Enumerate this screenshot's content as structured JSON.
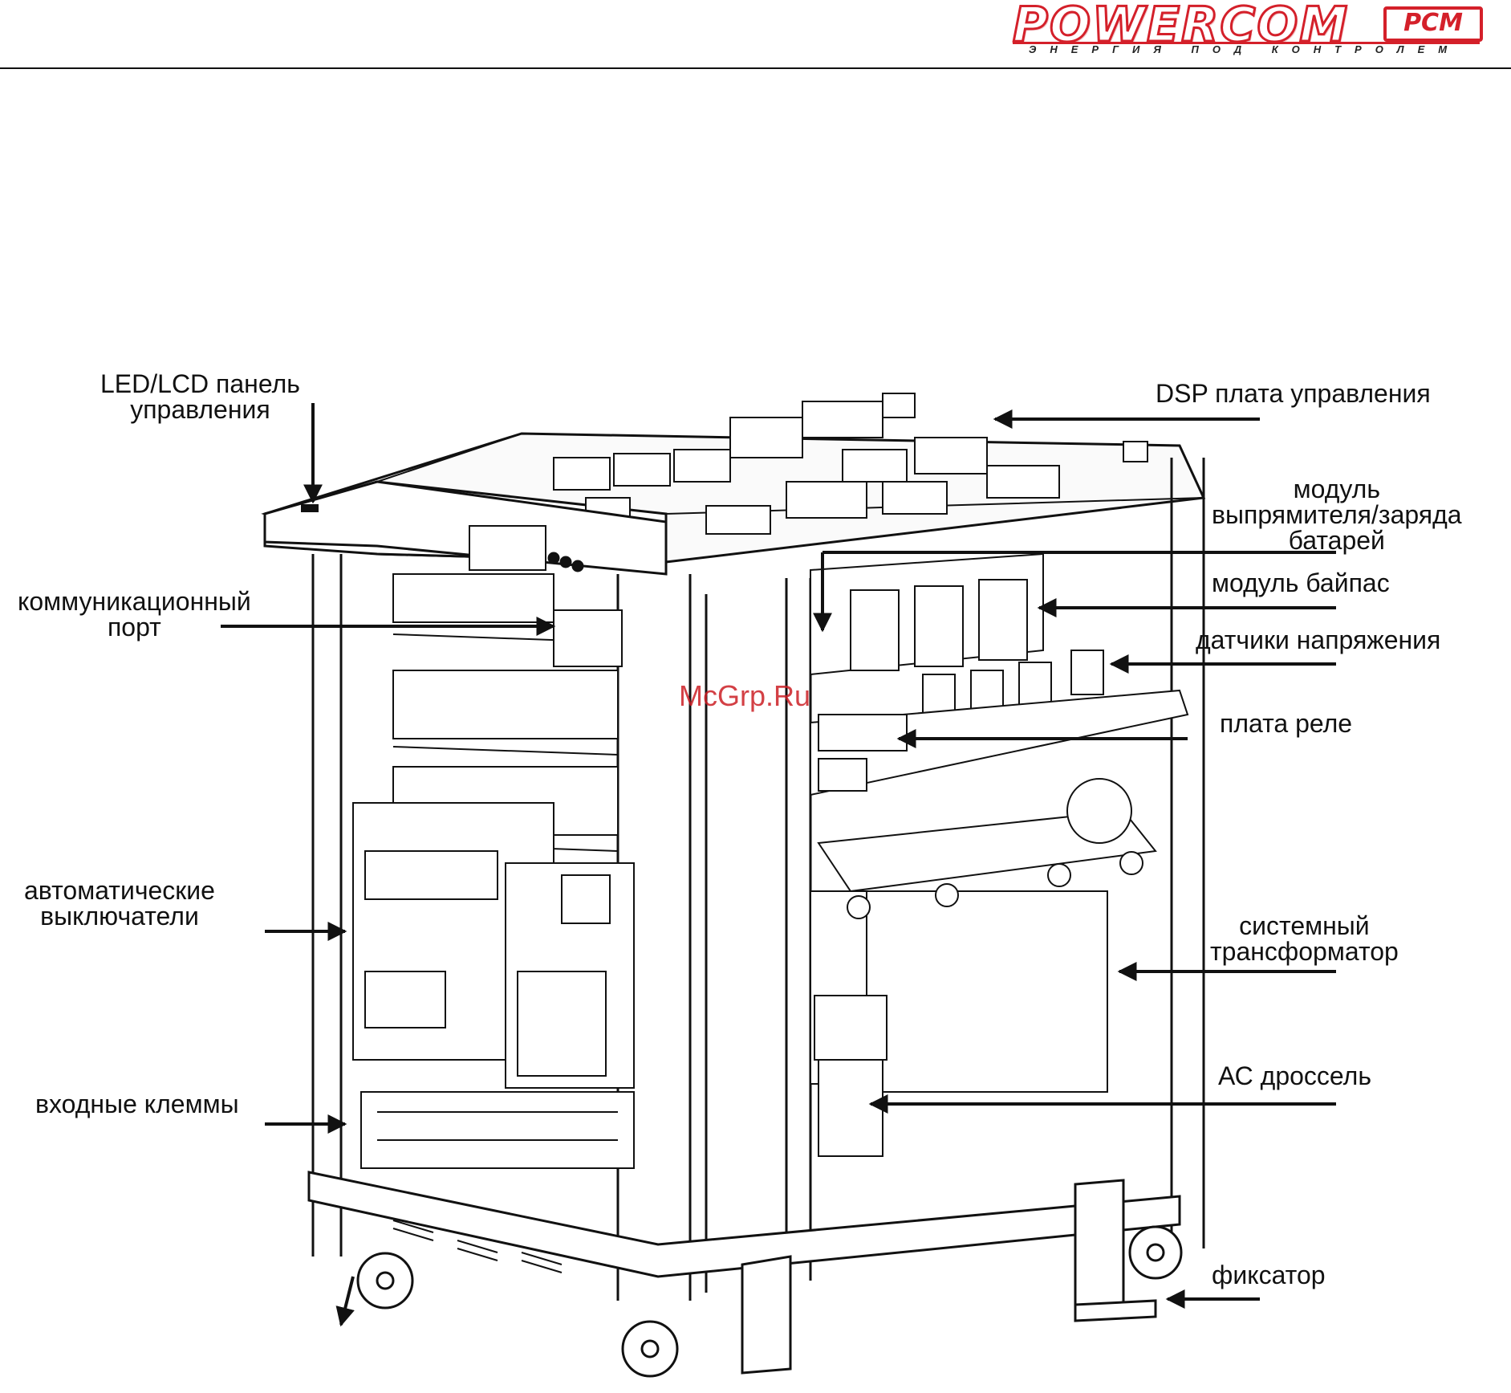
{
  "logo": {
    "brand": "POWERCOM",
    "badge": "PCM",
    "tagline": "ЭНЕРГИЯ ПОД КОНТРОЛЕМ",
    "color": "#d4202a"
  },
  "watermark": "McGrp.Ru",
  "labels": {
    "led_lcd_panel": [
      "LED/LCD панель",
      "управления"
    ],
    "dsp_board": "DSP плата управления",
    "rectifier_module": [
      "модуль",
      "выпрямителя/заряда",
      "батарей"
    ],
    "bypass_module": "модуль байпас",
    "voltage_sensors": "датчики напряжения",
    "relay_board": "плата реле",
    "comm_port": [
      "коммуникационный",
      "порт"
    ],
    "breakers": [
      "автоматические",
      "выключатели"
    ],
    "input_terminals": "входные клеммы",
    "transformer": [
      "системный",
      "трансформатор"
    ],
    "ac_choke": "АС дроссель",
    "lock": "фиксатор"
  }
}
